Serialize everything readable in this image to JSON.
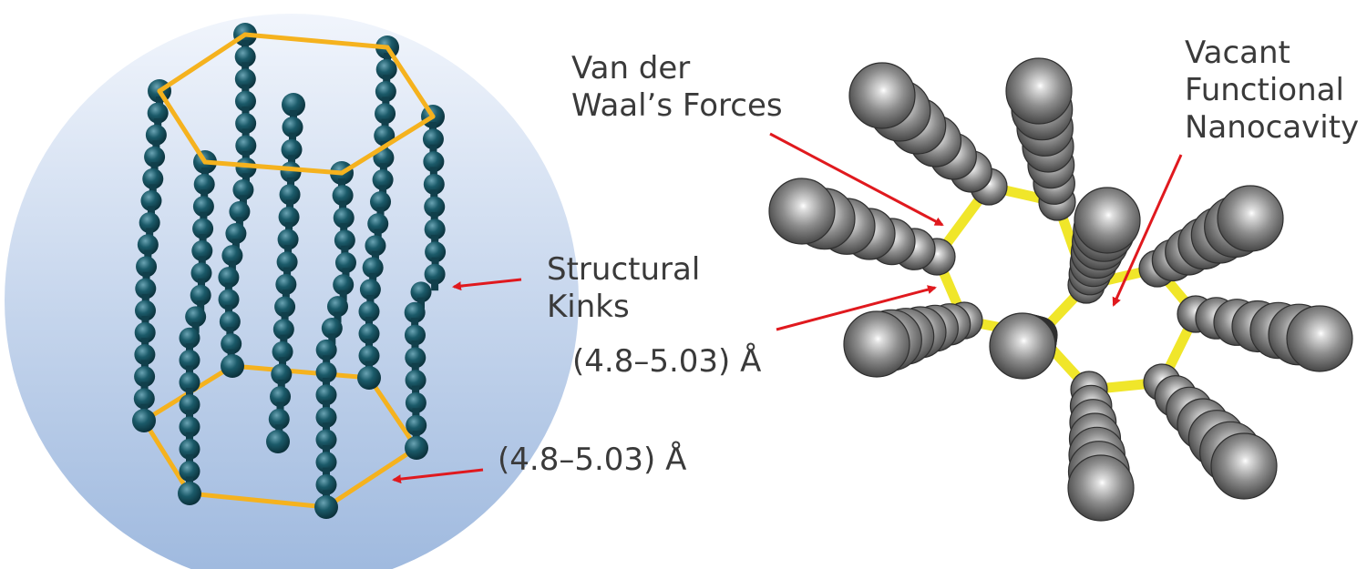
{
  "labels": {
    "structural_kinks": [
      "Structural",
      "Kinks"
    ],
    "distance_left": "(4.8–5.03) Å",
    "van_der_waals": [
      "Van der",
      "Waal’s Forces"
    ],
    "distance_right": "(4.8–5.03) Å",
    "nanocavity": [
      "Vacant",
      "Functional",
      "Nanocavity"
    ]
  },
  "colors": {
    "bead": "#0f3e4a",
    "bond_left": "#f5b21e",
    "sphere": "#8a8a8a",
    "bond_right": "#f0e62a",
    "arrow": "#e0191e",
    "text": "#3a3a3a",
    "circle_top": "#eef3fb",
    "circle_bottom": "#9db8de"
  },
  "icons": [
    "red-arrow-icon",
    "bead-chain-icon",
    "sphere-column-icon"
  ]
}
